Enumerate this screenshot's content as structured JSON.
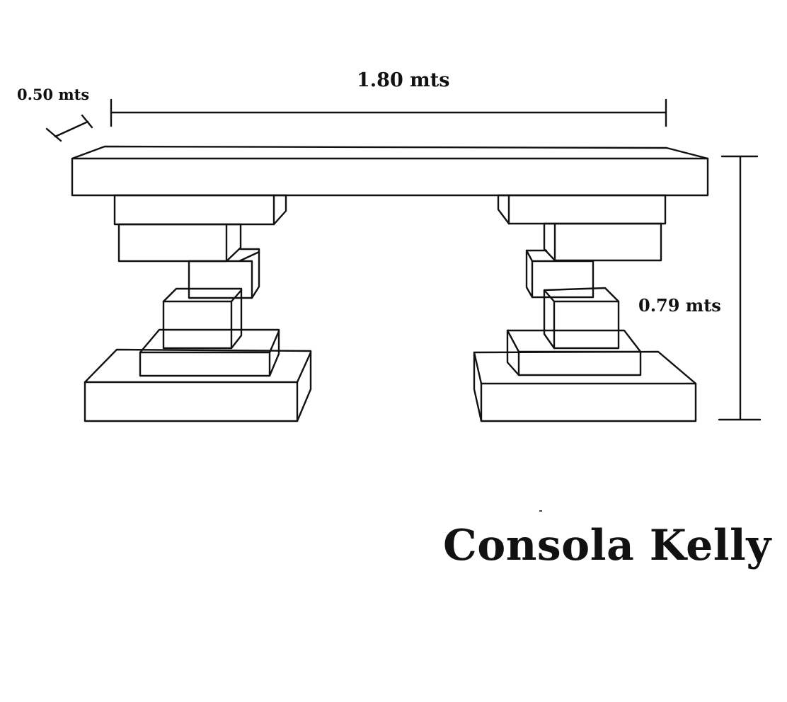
{
  "diagram": {
    "dimensions": {
      "depth": "0.50 mts",
      "width": "1.80 mts",
      "height": "0.79 mts"
    },
    "title": "Consola Kelly"
  }
}
